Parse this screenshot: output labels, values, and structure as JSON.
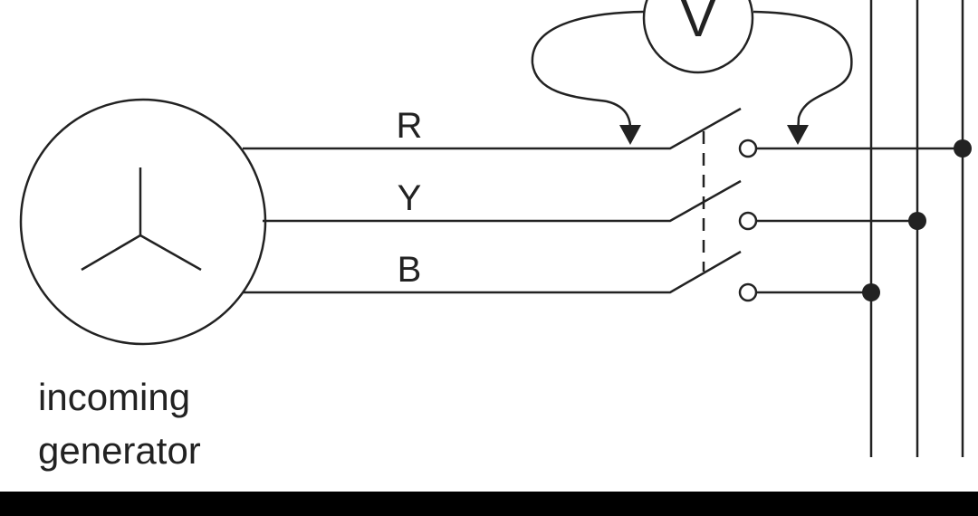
{
  "diagram": {
    "meter_label": "V",
    "phase_labels": [
      "R",
      "Y",
      "B"
    ],
    "generator_caption_line1": "incoming",
    "generator_caption_line2": "generator",
    "colors": {
      "line": "#222222",
      "background": "#ffffff",
      "bottom_bar": "#000000"
    }
  }
}
